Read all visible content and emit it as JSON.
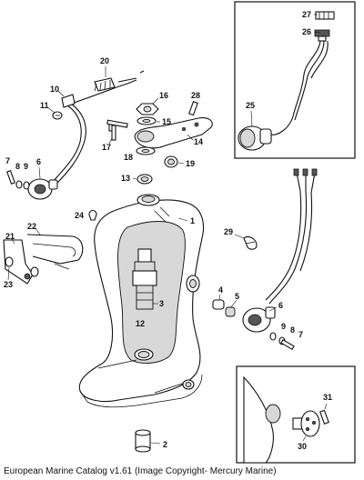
{
  "caption": "European Marine Catalog v1.61 (Image Copyright- Mercury Marine)",
  "callouts": {
    "c1": "1",
    "c2": "2",
    "c3": "3",
    "c4": "4",
    "c5": "5",
    "c6a": "6",
    "c6b": "6",
    "c7a": "7",
    "c7b": "7",
    "c8a": "8",
    "c8b": "8",
    "c9a": "9",
    "c9b": "9",
    "c10": "10",
    "c11": "11",
    "c12": "12",
    "c13": "13",
    "c14": "14",
    "c15": "15",
    "c16": "16",
    "c17": "17",
    "c18": "18",
    "c19": "19",
    "c20": "20",
    "c21": "21",
    "c22": "22",
    "c23": "23",
    "c24": "24",
    "c25": "25",
    "c26": "26",
    "c27": "27",
    "c28": "28",
    "c29": "29",
    "c30": "30",
    "c31": "31"
  }
}
